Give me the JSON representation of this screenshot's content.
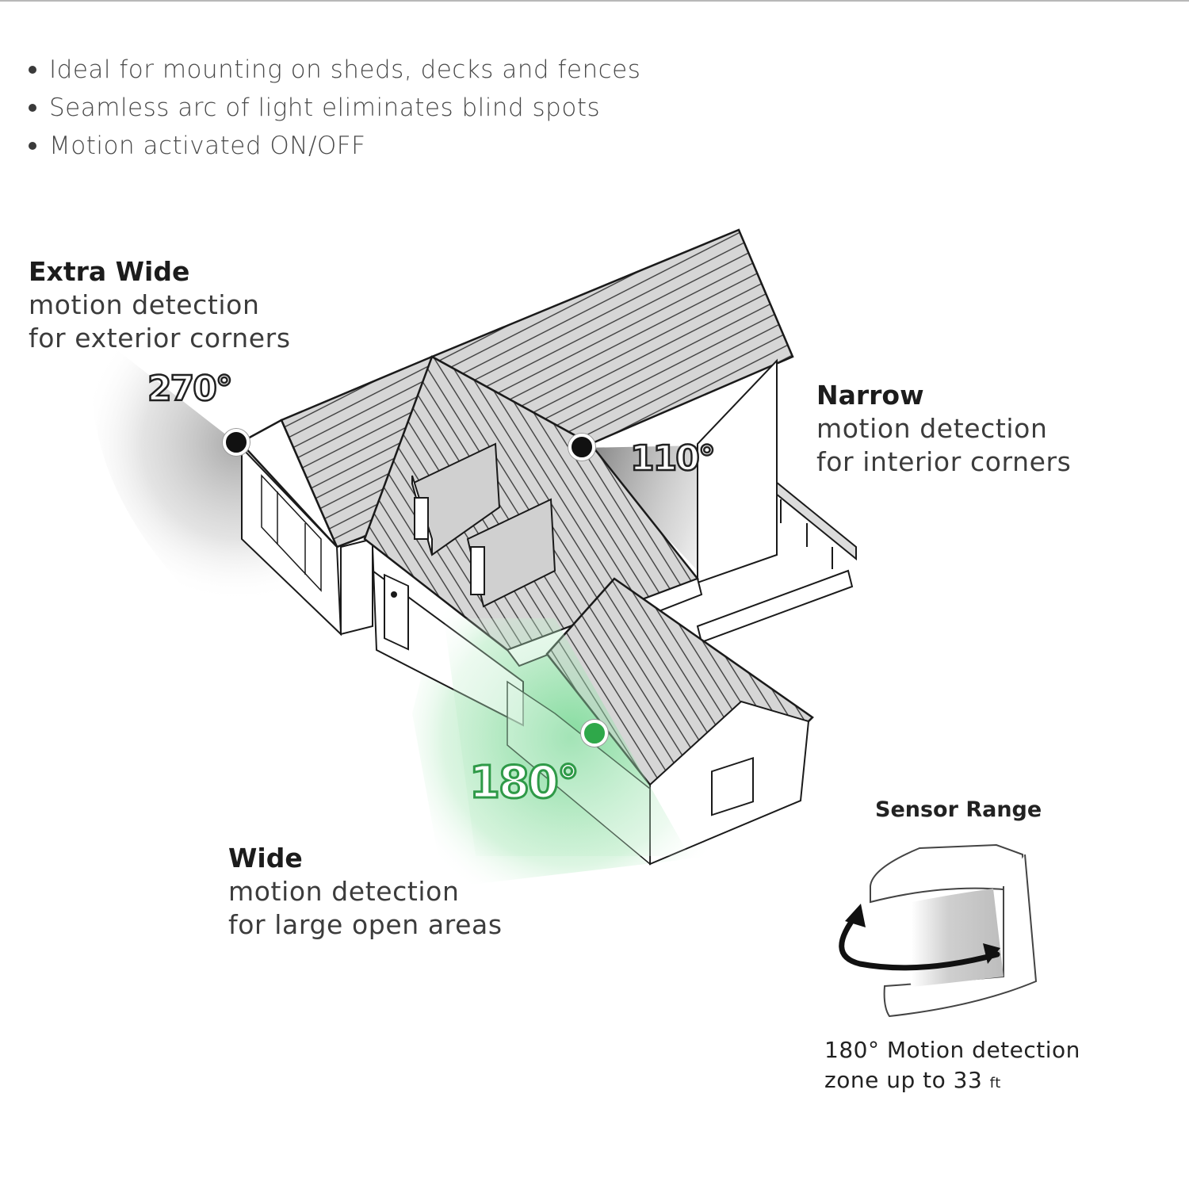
{
  "features": [
    "Ideal for mounting on sheds, decks and fences",
    "Seamless arc of light eliminates blind spots",
    "Motion activated ON/OFF"
  ],
  "callouts": {
    "extra_wide": {
      "title": "Extra Wide",
      "line1": "motion detection",
      "line2": "for exterior corners",
      "angle": "270°",
      "marker_color": "#111111"
    },
    "narrow": {
      "title": "Narrow",
      "line1": "motion detection",
      "line2": "for interior corners",
      "angle": "110°",
      "marker_color": "#111111"
    },
    "wide": {
      "title": "Wide",
      "line1": "motion detection",
      "line2": "for large open areas",
      "angle": "180°",
      "marker_color": "#2fa84a"
    }
  },
  "sensor": {
    "title": "Sensor Range",
    "caption_line1": "180° Motion detection",
    "caption_line2_prefix": "zone up to 33",
    "caption_unit": "ft"
  },
  "colors": {
    "green_zone": "#7fd99a",
    "green_marker": "#2fa84a",
    "roof": "#d4d4d4",
    "outline": "#1a1a1a"
  }
}
